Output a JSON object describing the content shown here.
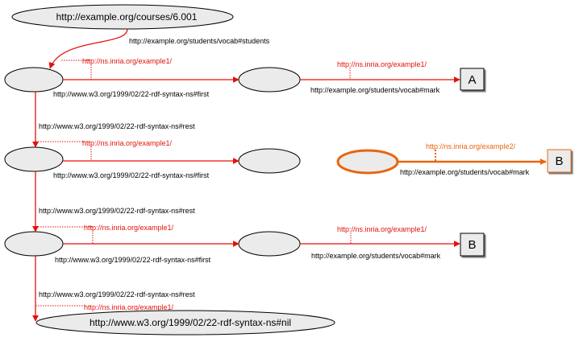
{
  "colors": {
    "red": "#e3120b",
    "orange": "#e8650f",
    "node_fill": "#ebebeb",
    "stroke": "#000000"
  },
  "nodes": {
    "course": "http://example.org/courses/6.001",
    "nil": "http://www.w3.org/1999/02/22-rdf-syntax-ns#nil",
    "literal_a": "A",
    "literal_b1": "B",
    "literal_b2": "B"
  },
  "edges": {
    "students": "http://example.org/students/vocab#students",
    "first1": "http://www.w3.org/1999/02/22-rdf-syntax-ns#first",
    "mark1": "http://example.org/students/vocab#mark",
    "rest1": "http://www.w3.org/1999/02/22-rdf-syntax-ns#rest",
    "first2": "http://www.w3.org/1999/02/22-rdf-syntax-ns#first",
    "mark2": "http://example.org/students/vocab#mark",
    "rest2": "http://www.w3.org/1999/02/22-rdf-syntax-ns#rest",
    "first3": "http://www.w3.org/1999/02/22-rdf-syntax-ns#first",
    "mark3": "http://example.org/students/vocab#mark",
    "rest3": "http://www.w3.org/1999/02/22-rdf-syntax-ns#rest"
  },
  "graphs": {
    "g1": "http://ns.inria.org/example1/",
    "g2": "http://ns.inria.org/example1/",
    "g3": "http://ns.inria.org/example1/",
    "g4": "http://ns.inria.org/example1/",
    "g5": "http://ns.inria.org/example1/",
    "g6": "http://ns.inria.org/example1/",
    "g7": "http://ns.inria.org/example2/"
  }
}
